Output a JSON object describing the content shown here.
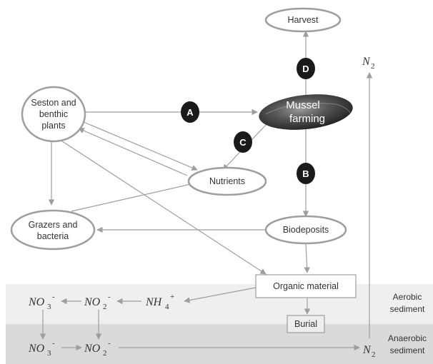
{
  "nodes": {
    "harvest": "Harvest",
    "seston": [
      "Seston and",
      "benthic",
      "plants"
    ],
    "mussel": [
      "Mussel",
      "farming"
    ],
    "nutrients": "Nutrients",
    "grazers": [
      "Grazers and",
      "bacteria"
    ],
    "biodeposits": "Biodeposits",
    "organic": "Organic material",
    "burial": "Burial"
  },
  "badges": {
    "a": "A",
    "b": "B",
    "c": "C",
    "d": "D"
  },
  "chem": {
    "no3": "NO",
    "no3_sub": "3",
    "no3_sup": "-",
    "no2": "NO",
    "no2_sub": "2",
    "no2_sup": "-",
    "nh4": "NH",
    "nh4_sub": "4",
    "nh4_sup": "+",
    "n2": "N",
    "n2_sub": "2"
  },
  "zones": {
    "aerobic": [
      "Aerobic",
      "sediment"
    ],
    "anaerobic": [
      "Anaerobic",
      "sediment"
    ]
  },
  "colors": {
    "line": "#9e9e9e",
    "aerobic_band": "#efefef",
    "anaerobic_band": "#dadada",
    "badge": "#1a1a1a"
  }
}
